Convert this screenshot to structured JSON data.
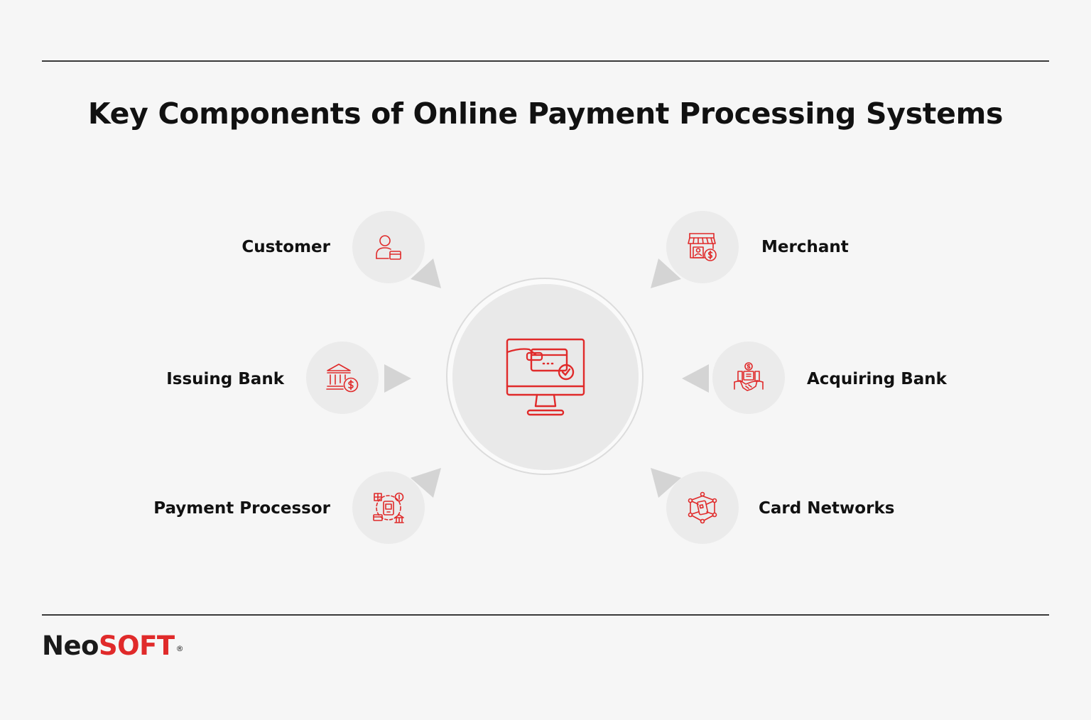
{
  "title": "Key Components of Online Payment Processing Systems",
  "components": {
    "customer": {
      "label": "Customer",
      "icon": "customer-card-icon"
    },
    "issuing_bank": {
      "label": "Issuing Bank",
      "icon": "bank-dollar-icon"
    },
    "payment_processor": {
      "label": "Payment Processor",
      "icon": "payment-processor-icon"
    },
    "merchant": {
      "label": "Merchant",
      "icon": "storefront-dollar-icon"
    },
    "acquiring_bank": {
      "label": "Acquiring Bank",
      "icon": "handshake-dollar-icon"
    },
    "card_networks": {
      "label": "Card Networks",
      "icon": "network-card-icon"
    }
  },
  "center": {
    "icon": "monitor-card-check-icon"
  },
  "brand": {
    "name_part1": "Neo",
    "name_part2": "SOFT",
    "registered": "®"
  },
  "colors": {
    "accent": "#e02a2a",
    "background": "#f6f6f6",
    "bubble": "#ebebeb",
    "arrow": "#d4d4d4",
    "text": "#111111"
  }
}
